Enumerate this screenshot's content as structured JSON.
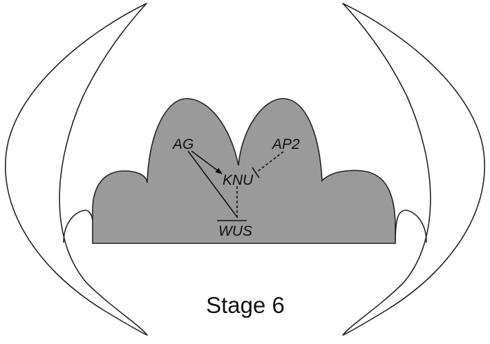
{
  "genes": {
    "ag": "AG",
    "ap2": "AP2",
    "knu": "KNU",
    "wus": "WUS"
  },
  "caption": "Stage 6",
  "colors": {
    "tissue_fill": "#9a9a9a",
    "outline": "#222222",
    "text": "#111111",
    "background": "#ffffff"
  },
  "regulatory_edges": [
    {
      "from": "AG",
      "to": "KNU",
      "type": "activation",
      "style": "solid"
    },
    {
      "from": "AG",
      "to": "WUS",
      "type": "repression",
      "style": "solid"
    },
    {
      "from": "KNU",
      "to": "WUS",
      "type": "repression",
      "style": "dashed"
    },
    {
      "from": "AP2",
      "to": "KNU",
      "type": "repression",
      "style": "dashed"
    }
  ]
}
